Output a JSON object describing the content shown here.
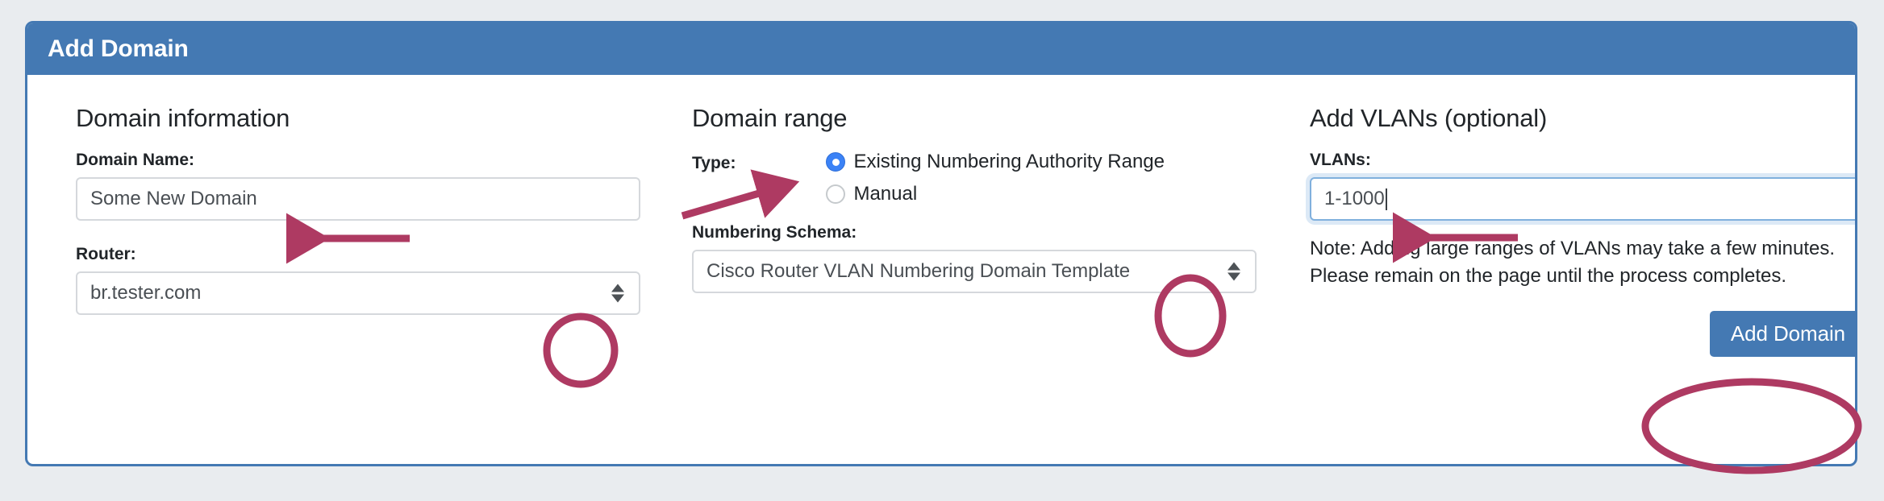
{
  "card": {
    "title": "Add Domain",
    "header_color": "#4479b3",
    "border_color": "#4479b3"
  },
  "annotation": {
    "color": "#ae3a62"
  },
  "columns": {
    "domain_information": {
      "heading": "Domain information",
      "domain_name": {
        "label": "Domain Name:",
        "value": "Some New Domain"
      },
      "router": {
        "label": "Router:",
        "value": "br.tester.com"
      }
    },
    "domain_range": {
      "heading": "Domain range",
      "type": {
        "label": "Type:",
        "options": [
          {
            "label": "Existing Numbering Authority Range",
            "selected": true
          },
          {
            "label": "Manual",
            "selected": false
          }
        ]
      },
      "numbering_schema": {
        "label": "Numbering Schema:",
        "value": "Cisco Router VLAN Numbering Domain Template"
      }
    },
    "add_vlans": {
      "heading": "Add VLANs (optional)",
      "vlans": {
        "label": "VLANs:",
        "value": "1-1000",
        "focused": true
      },
      "note": "Note: Adding large ranges of VLANs may take a few minutes. Please remain on the page until the process completes.",
      "submit_label": "Add Domain"
    }
  }
}
